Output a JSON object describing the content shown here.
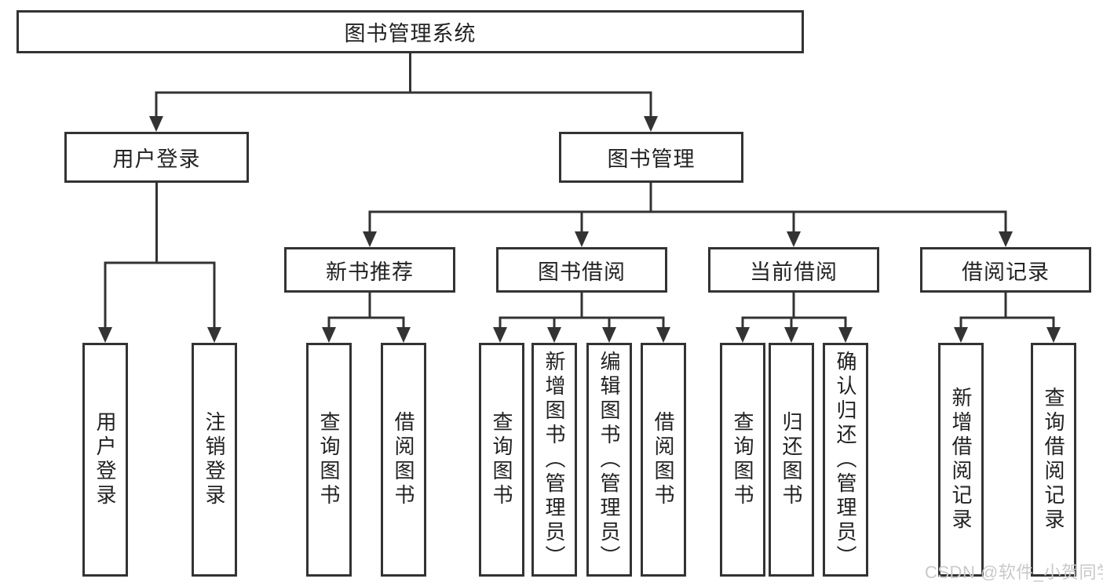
{
  "tree": {
    "root": {
      "label": "图书管理系统"
    },
    "branches": [
      {
        "label": "用户登录",
        "children": [
          {
            "label": "用户登录"
          },
          {
            "label": "注销登录"
          }
        ]
      },
      {
        "label": "图书管理",
        "children": [
          {
            "label": "新书推荐",
            "children": [
              {
                "label": "查询图书"
              },
              {
                "label": "借阅图书"
              }
            ]
          },
          {
            "label": "图书借阅",
            "children": [
              {
                "label": "查询图书"
              },
              {
                "label": "新增图书（管理员）"
              },
              {
                "label": "编辑图书（管理员）"
              },
              {
                "label": "借阅图书"
              }
            ]
          },
          {
            "label": "当前借阅",
            "children": [
              {
                "label": "查询图书"
              },
              {
                "label": "归还图书"
              },
              {
                "label": "确认归还（管理员）"
              }
            ]
          },
          {
            "label": "借阅记录",
            "children": [
              {
                "label": "新增借阅记录"
              },
              {
                "label": "查询借阅记录"
              }
            ]
          }
        ]
      }
    ]
  },
  "watermark": {
    "text": "CSDN @软件_小贺同学"
  },
  "colors": {
    "line": "#333333",
    "text": "#222222",
    "watermark": "#c9c9c9",
    "background": "#ffffff"
  }
}
